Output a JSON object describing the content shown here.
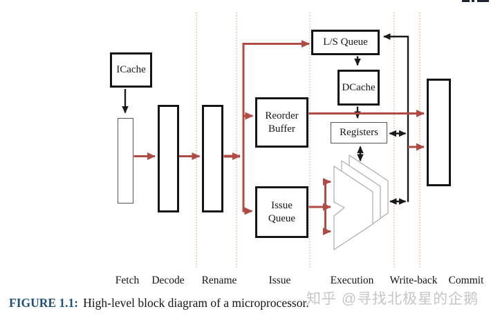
{
  "figure": {
    "caption": {
      "label": "FIGURE 1.1:",
      "text": "High-level block diagram of a microprocessor."
    },
    "watermark": "知乎 @寻找北极星的企鹅",
    "blocks": {
      "icache": "ICache",
      "ls_queue": "L/S Queue",
      "dcache": "DCache",
      "registers": "Registers",
      "reorder_buffer": "Reorder Buffer",
      "issue_queue": "Issue Queue"
    },
    "stages": [
      "Fetch",
      "Decode",
      "Rename",
      "Issue",
      "Execution",
      "Write-back",
      "Commit"
    ],
    "colors": {
      "datapath_red": "#b04a45",
      "connection_black": "#1a1a1a",
      "stage_divider_orange": "#d9a979",
      "exec_unit_outline_gray": "#ababab",
      "caption_blue": "#1f4e79",
      "watermark_gray": "#c6c6c6"
    }
  }
}
